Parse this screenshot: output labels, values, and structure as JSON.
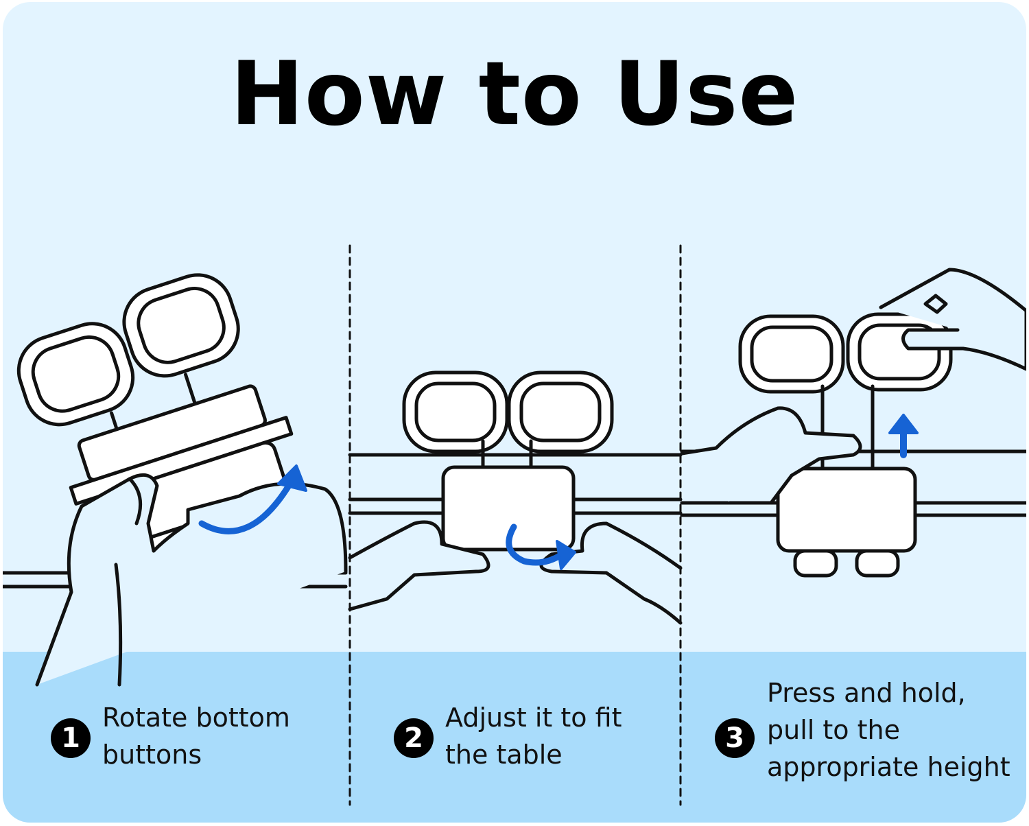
{
  "title": "How to Use",
  "colors": {
    "background": "#e3f4ff",
    "caption_band": "#a9dcfb",
    "arrow": "#1663d4",
    "line": "#111111"
  },
  "steps": [
    {
      "number": "1",
      "lines": [
        "Rotate bottom",
        "buttons"
      ]
    },
    {
      "number": "2",
      "lines": [
        "Adjust it to fit",
        "the table"
      ]
    },
    {
      "number": "3",
      "lines": [
        "Press and hold,",
        "pull to the",
        "appropriate height"
      ]
    }
  ]
}
